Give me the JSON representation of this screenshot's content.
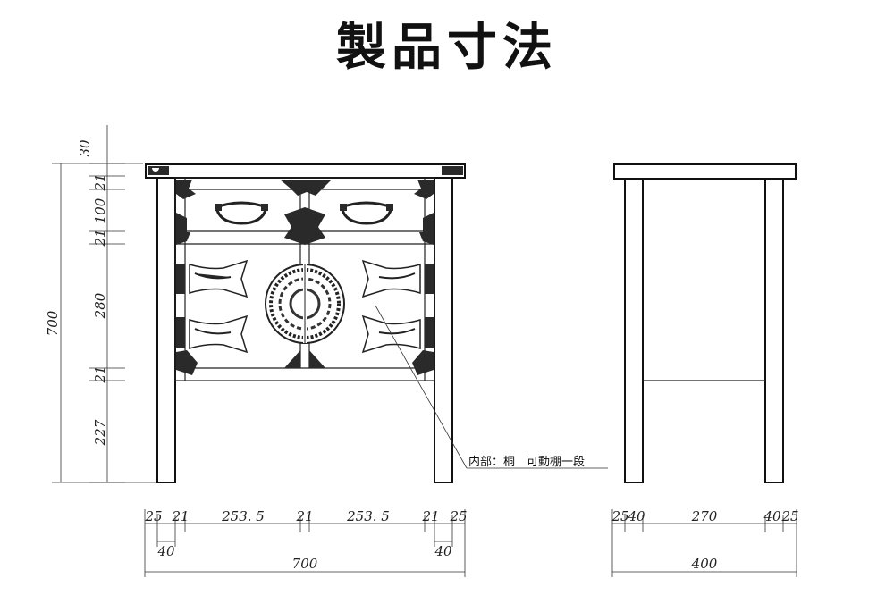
{
  "title": "製品寸法",
  "note": "内部：桐　可動棚一段",
  "left_dims": {
    "overall": "700",
    "parts": [
      "30",
      "21",
      "100",
      "21",
      "280",
      "21",
      "227"
    ]
  },
  "front_dims": {
    "parts": [
      "25",
      "21",
      "253. 5",
      "21",
      "253. 5",
      "21",
      "25"
    ],
    "sub_left": "40",
    "sub_right": "40",
    "overall": "700"
  },
  "side_dims": {
    "parts": [
      "25",
      "40",
      "270",
      "40",
      "25"
    ],
    "overall": "400"
  }
}
